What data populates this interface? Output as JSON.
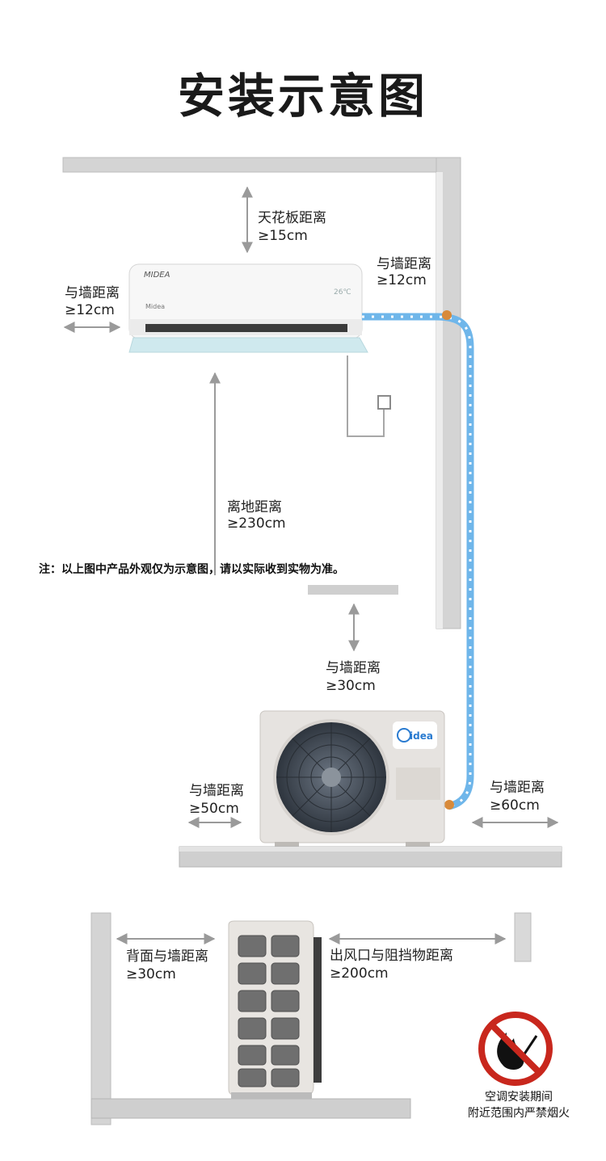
{
  "title": "安装示意图",
  "labels": {
    "ceiling_name": "天花板距离",
    "ceiling_value": "≥15cm",
    "indoor_right_name": "与墙距离",
    "indoor_right_value": "≥12cm",
    "indoor_left_name": "与墙距离",
    "indoor_left_value": "≥12cm",
    "floor_name": "离地距离",
    "floor_value": "≥230cm",
    "outdoor_top_name": "与墙距离",
    "outdoor_top_value": "≥30cm",
    "outdoor_left_name": "与墙距离",
    "outdoor_left_value": "≥50cm",
    "outdoor_right_name": "与墙距离",
    "outdoor_right_value": "≥60cm",
    "back_name": "背面与墙距离",
    "back_value": "≥30cm",
    "outlet_name": "出风口与阻挡物距离",
    "outlet_value": "≥200cm"
  },
  "note": "注：以上图中产品外观仅为示意图，请以实际收到实物为准。",
  "indoor_unit": {
    "display": "26℃",
    "brand": "Midea"
  },
  "outdoor_unit": {
    "brand": "Midea"
  },
  "warning": {
    "line1": "空调安装期间",
    "line2": "附近范围内严禁烟火"
  },
  "colors": {
    "wall": "#cfcfcf",
    "pipe": "#6fb6ea",
    "prohibit": "#c8271d",
    "brand_blue": "#2a7bd0"
  }
}
